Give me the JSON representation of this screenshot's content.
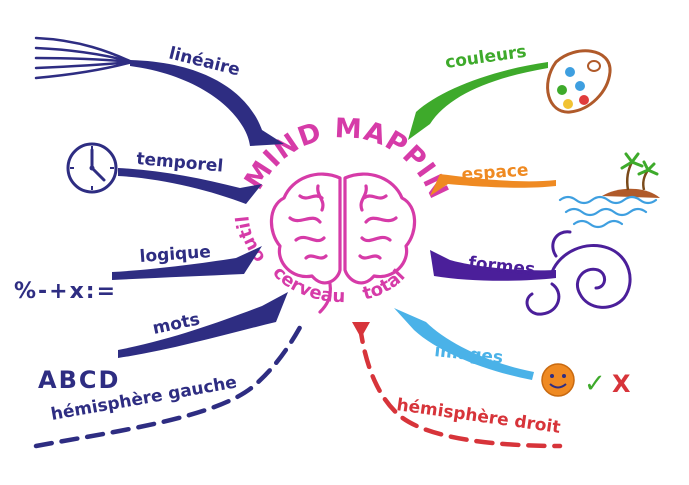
{
  "title": "MIND MAPPING",
  "center_arc": [
    "outil",
    "cerveau",
    "total"
  ],
  "branches": {
    "lineaire": "linéaire",
    "temporel": "temporel",
    "logique": "logique",
    "mots": "mots",
    "hemisphere_gauche": "hémisphère gauche",
    "couleurs": "couleurs",
    "espace": "espace",
    "formes": "formes",
    "images": "images",
    "hemisphere_droit": "hémisphère droit"
  },
  "symbols": {
    "math": "%-+x:=",
    "letters": "ABCD",
    "check": "✓",
    "cross": "X"
  },
  "colors": {
    "left": "#2e2d82",
    "center": "#d63ba8",
    "couleurs": "#3eaa2b",
    "espace": "#ef8a22",
    "formes": "#4b1f9a",
    "images": "#4ab2e8",
    "droit": "#d7343a",
    "palette": "#b05a2a"
  }
}
